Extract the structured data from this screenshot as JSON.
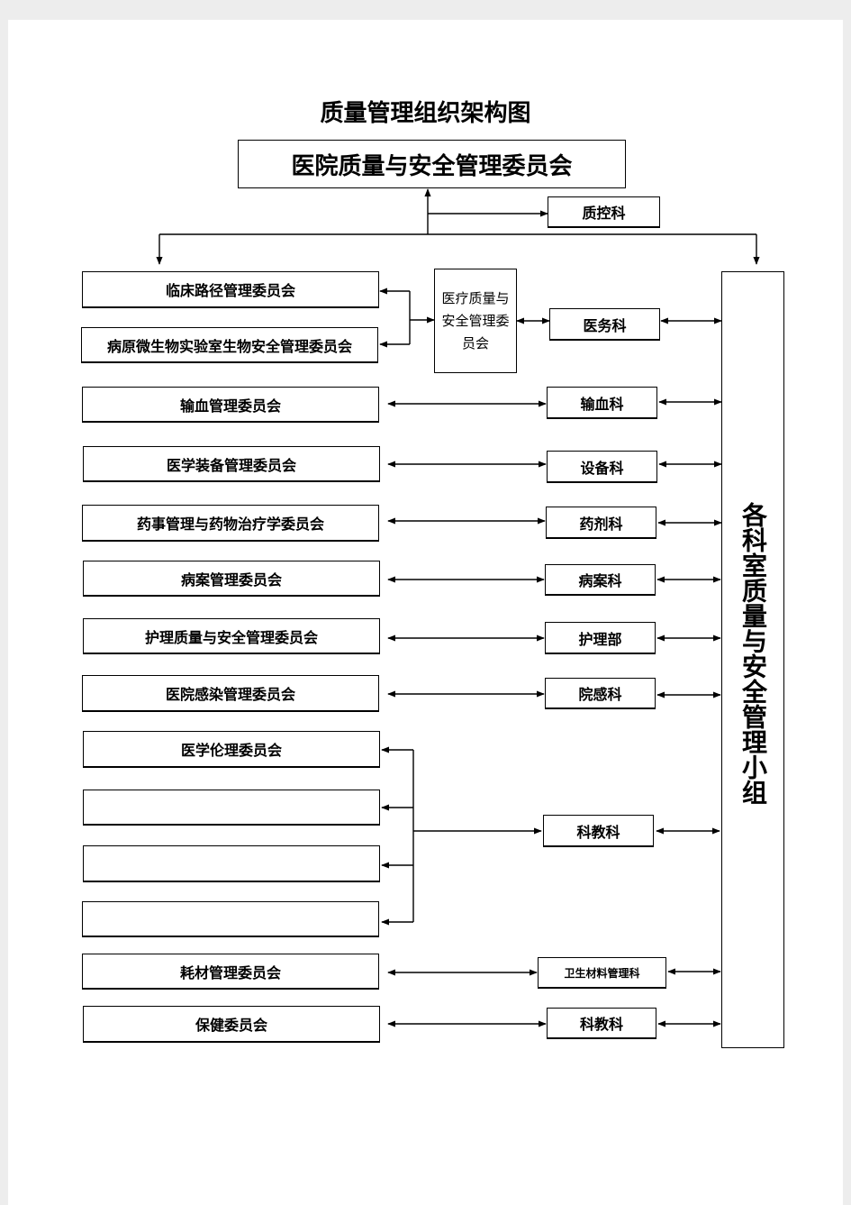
{
  "title": "质量管理组织架构图",
  "top_committee": "医院质量与安全管理委员会",
  "quality_control": "质控科",
  "medical_committee": "医疗质量与安全管理委员会",
  "right_group": "各科室质量与安全管理小组",
  "committees": [
    "临床路径管理委员会",
    "病原微生物实验室生物安全管理委员会",
    "输血管理委员会",
    "医学装备管理委员会",
    "药事管理与药物治疗学委员会",
    "病案管理委员会",
    "护理质量与安全管理委员会",
    "医院感染管理委员会",
    "医学伦理委员会",
    "",
    "",
    "",
    "耗材管理委员会",
    "保健委员会"
  ],
  "departments": [
    "医务科",
    "输血科",
    "设备科",
    "药剂科",
    "病案科",
    "护理部",
    "院感科",
    "科教科",
    "卫生材料管理科",
    "科教科"
  ]
}
